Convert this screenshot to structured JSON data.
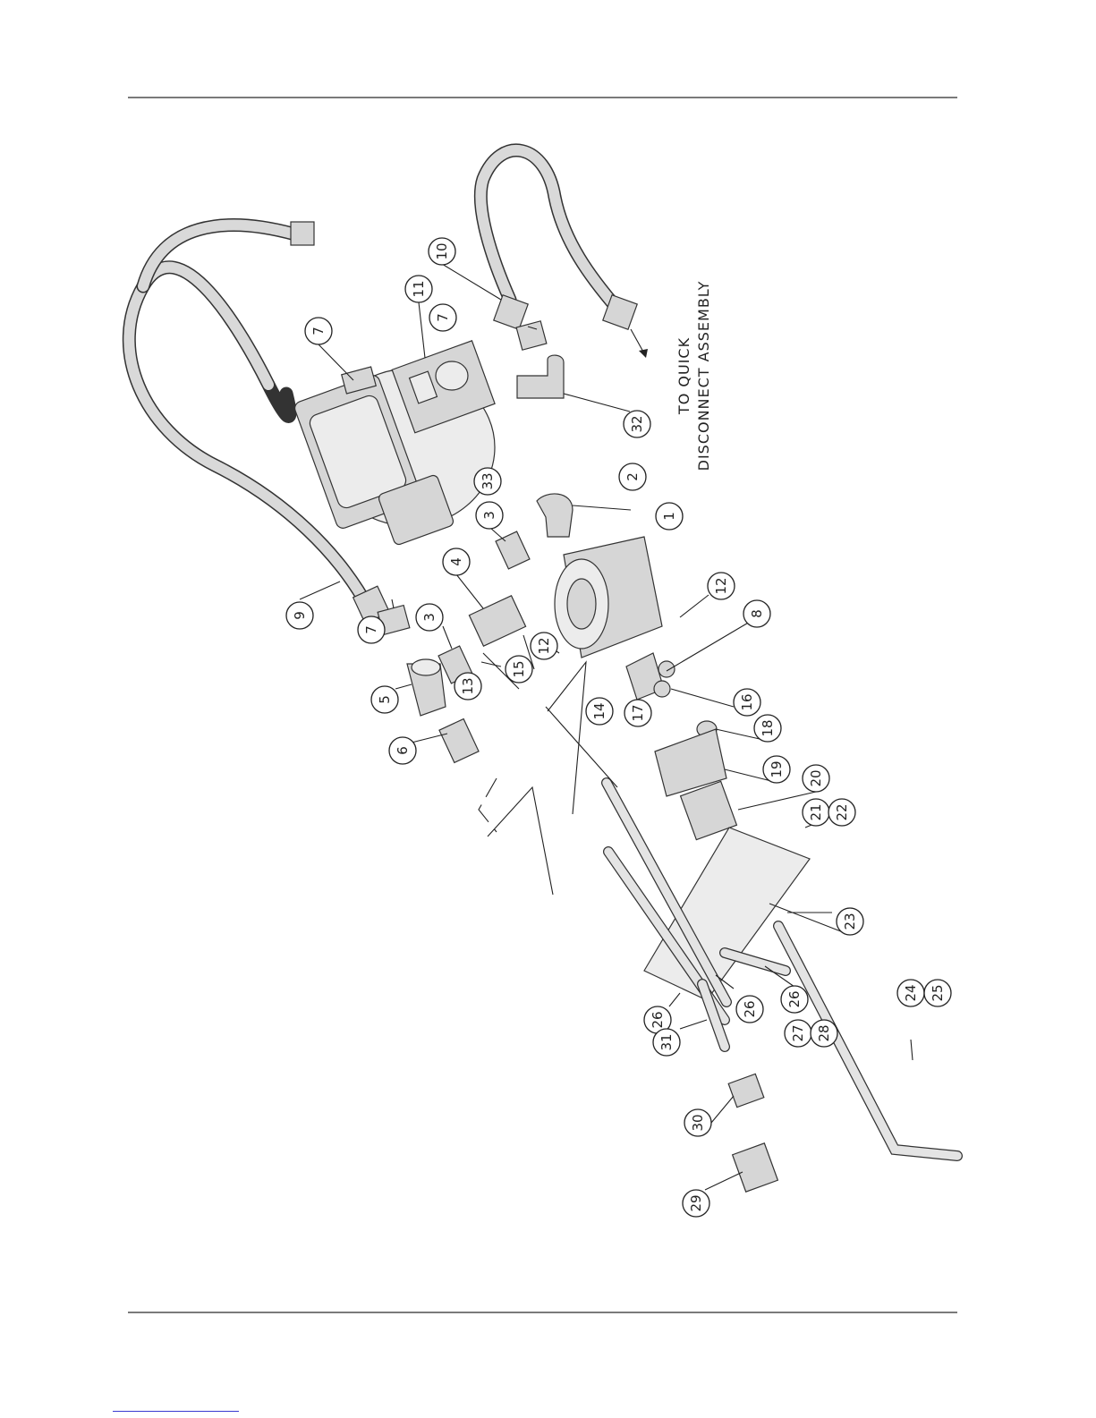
{
  "annotation": {
    "line1": "TO QUICK",
    "line2": "DISCONNECT ASSEMBLY"
  },
  "callouts": [
    "1",
    "2",
    "3",
    "3",
    "4",
    "5",
    "6",
    "7",
    "7",
    "7",
    "8",
    "9",
    "10",
    "11",
    "12",
    "12",
    "13",
    "14",
    "15",
    "16",
    "17",
    "18",
    "19",
    "20",
    "21",
    "22",
    "23",
    "24",
    "25",
    "26",
    "26",
    "26",
    "27",
    "28",
    "29",
    "30",
    "31",
    "32",
    "33"
  ],
  "colors": {
    "line": "#333333",
    "fill": "#d6d6d6",
    "rule": "#7a7a7a"
  }
}
